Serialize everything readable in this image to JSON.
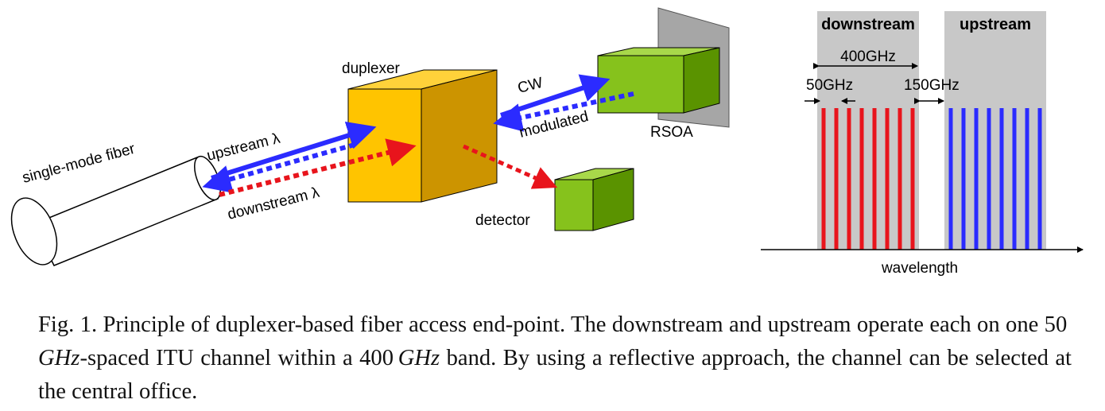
{
  "labels": {
    "fiber": "single-mode fiber",
    "upstream_lambda": "upstream λ",
    "downstream_lambda": "downstream λ",
    "duplexer": "duplexer",
    "cw": "CW",
    "modulated": "modulated",
    "rsoa": "RSOA",
    "detector": "detector"
  },
  "spectrum": {
    "downstream": "downstream",
    "upstream": "upstream",
    "band": "400GHz",
    "spacing": "50GHz",
    "gap": "150GHz",
    "axis": "wavelength",
    "downstream_color": "#e8141c",
    "upstream_color": "#2b2bff",
    "channels_per_band": 8
  },
  "caption": {
    "p1": "Fig. 1. Principle of duplexer-based fiber access end-point. The downstream and upstream operate each on one 50 ",
    "u1": "GHz",
    "p2": "-spaced ITU channel within a 400 ",
    "u2": "GHz",
    "p3": " band. By using a reflective approach, the channel can be selected at the central office."
  }
}
